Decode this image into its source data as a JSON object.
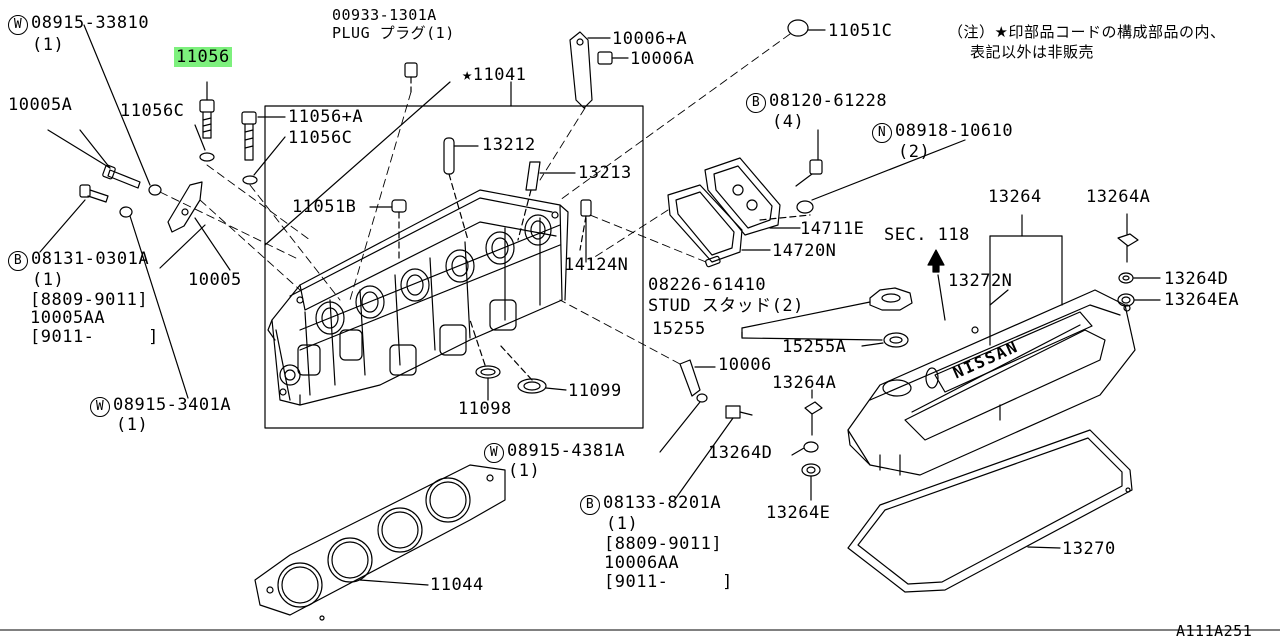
{
  "note": {
    "line1": "（注）★印部品コードの構成部品の内、",
    "line2": "表記以外は非販売"
  },
  "diagram_id": "A111A251",
  "parts": [
    {
      "id": "w08915_33810",
      "prefix": "W",
      "code": "08915-33810",
      "qty": "(1)"
    },
    {
      "id": "p11056",
      "code": "11056",
      "highlight": true
    },
    {
      "id": "p10005a",
      "code": "10005A"
    },
    {
      "id": "p11056c_a",
      "code": "11056C"
    },
    {
      "id": "plug",
      "code": "00933-1301A",
      "desc": "PLUG プラグ(1)"
    },
    {
      "id": "p11041",
      "code": "★11041"
    },
    {
      "id": "p10006_a_plus",
      "code": "10006+A"
    },
    {
      "id": "p10006a",
      "code": "10006A"
    },
    {
      "id": "p11051c",
      "code": "11051C"
    },
    {
      "id": "p11056_a_plus",
      "code": "11056+A"
    },
    {
      "id": "p11056c_b",
      "code": "11056C"
    },
    {
      "id": "p13212",
      "code": "13212"
    },
    {
      "id": "p13213",
      "code": "13213"
    },
    {
      "id": "p11051b",
      "code": "11051B"
    },
    {
      "id": "b08120_61228",
      "prefix": "B",
      "code": "08120-61228",
      "qty": "(4)"
    },
    {
      "id": "n08918_10610",
      "prefix": "N",
      "code": "08918-10610",
      "qty": "(2)"
    },
    {
      "id": "p14711e",
      "code": "14711E"
    },
    {
      "id": "p14720n",
      "code": "14720N"
    },
    {
      "id": "p14124n",
      "code": "14124N"
    },
    {
      "id": "stud",
      "code": "08226-61410",
      "desc": "STUD スタッド(2)"
    },
    {
      "id": "sec118",
      "code": "SEC. 118"
    },
    {
      "id": "p13264",
      "code": "13264"
    },
    {
      "id": "p13264a_top",
      "code": "13264A"
    },
    {
      "id": "p13264d_top",
      "code": "13264D"
    },
    {
      "id": "p13264ea",
      "code": "13264EA"
    },
    {
      "id": "p13272n",
      "code": "13272N"
    },
    {
      "id": "b08131_0301a",
      "prefix": "B",
      "code": "08131-0301A",
      "qty": "(1)",
      "range1": "[8809-9011]",
      "alt": "10005AA",
      "range2": "[9011-     ]"
    },
    {
      "id": "p10005",
      "code": "10005"
    },
    {
      "id": "p15255",
      "code": "15255"
    },
    {
      "id": "p15255a",
      "code": "15255A"
    },
    {
      "id": "p10006",
      "code": "10006"
    },
    {
      "id": "p13264a_mid",
      "code": "13264A"
    },
    {
      "id": "p13264d_mid",
      "code": "13264D"
    },
    {
      "id": "p13264e",
      "code": "13264E"
    },
    {
      "id": "w08915_3401a",
      "prefix": "W",
      "code": "08915-3401A",
      "qty": "(1)"
    },
    {
      "id": "p11098",
      "code": "11098"
    },
    {
      "id": "p11099",
      "code": "11099"
    },
    {
      "id": "w08915_4381a",
      "prefix": "W",
      "code": "08915-4381A",
      "qty": "(1)"
    },
    {
      "id": "b08133_8201a",
      "prefix": "B",
      "code": "08133-8201A",
      "qty": "(1)",
      "range1": "[8809-9011]",
      "alt": "10006AA",
      "range2": "[9011-     ]"
    },
    {
      "id": "p11044",
      "code": "11044"
    },
    {
      "id": "p13270",
      "code": "13270"
    }
  ],
  "cover_logo": "NISSAN"
}
